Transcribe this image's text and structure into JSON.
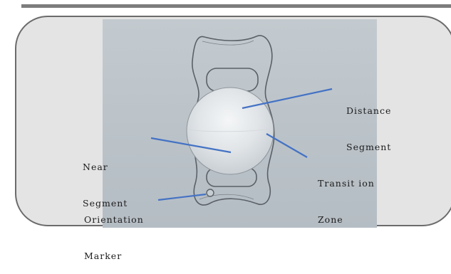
{
  "labels": {
    "distance_line1": "Distance",
    "distance_line2": "Segment",
    "near_line1": "Near",
    "near_line2": "Segment",
    "transition_line1": "Transit ion",
    "transition_line2": "Zone",
    "orientation_line1": "Orientation",
    "orientation_line2": "Marker"
  },
  "colors": {
    "leader_line": "#4472c4",
    "card_border": "#6b6b6b",
    "card_fill": "#e4e4e4",
    "lens_outline": "#5a6066"
  }
}
